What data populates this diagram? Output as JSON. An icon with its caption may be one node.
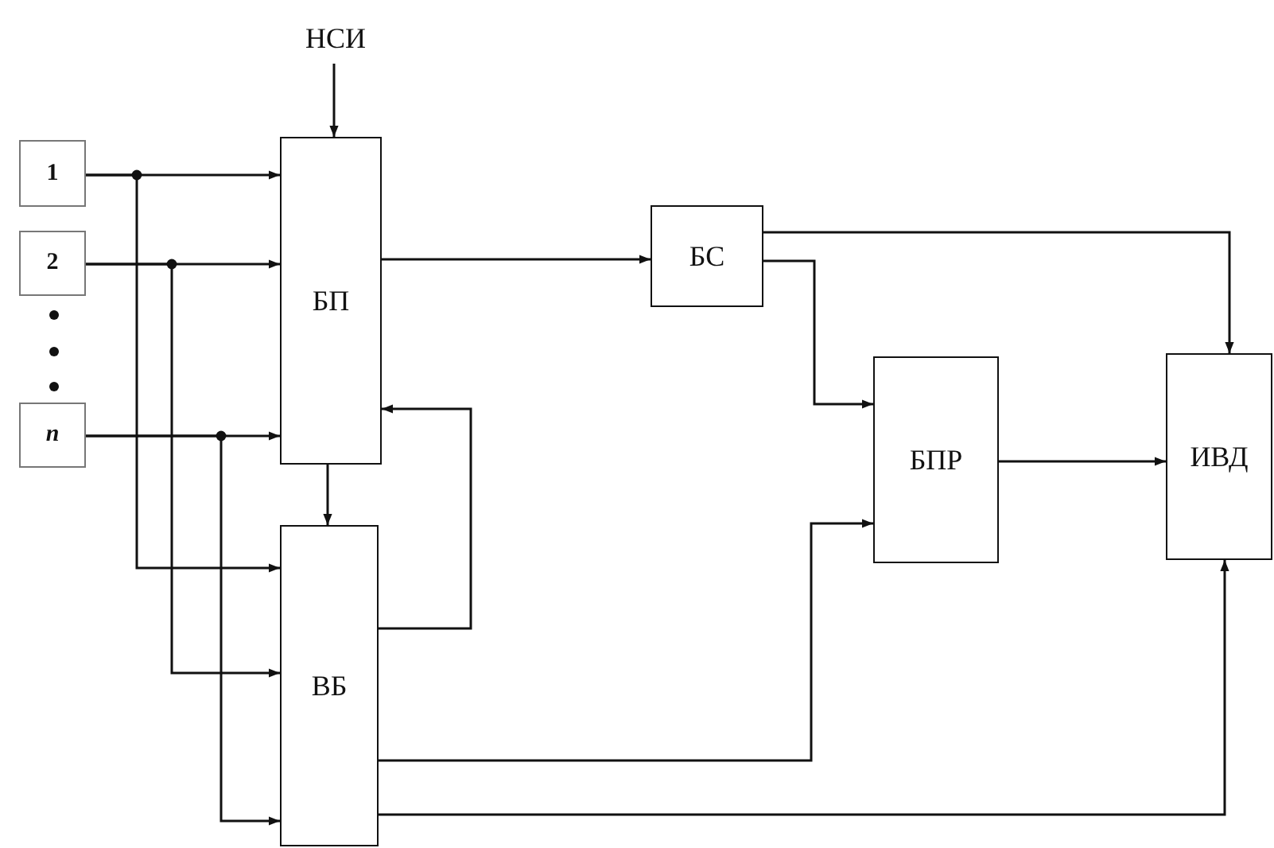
{
  "diagram": {
    "nodes": [
      {
        "text": [
          "1"
        ]
      },
      {
        "text": [
          "2"
        ]
      },
      {
        "text": [
          "n"
        ]
      },
      {
        "text": [
          "НСИ"
        ]
      },
      {
        "text": [
          "БП"
        ]
      },
      {
        "text": [
          "ВБ"
        ]
      },
      {
        "text": [
          "БС"
        ]
      },
      {
        "text": [
          "БПР"
        ]
      },
      {
        "text": [
          "ИВД"
        ]
      }
    ],
    "edges": [
      {
        "from": 3,
        "to": 4,
        "arrow": "to"
      },
      {
        "from": 0,
        "to": 4,
        "arrow": "to"
      },
      {
        "from": 1,
        "to": 4,
        "arrow": "to"
      },
      {
        "from": 2,
        "to": 4,
        "arrow": "to"
      },
      {
        "from": 0,
        "to": 5,
        "arrow": "to"
      },
      {
        "from": 1,
        "to": 5,
        "arrow": "to"
      },
      {
        "from": 2,
        "to": 5,
        "arrow": "to"
      },
      {
        "from": 4,
        "to": 5,
        "arrow": "to"
      },
      {
        "from": 5,
        "to": 4,
        "arrow": "to"
      },
      {
        "from": 4,
        "to": 6,
        "arrow": "to"
      },
      {
        "from": 6,
        "to": 8,
        "arrow": "to"
      },
      {
        "from": 6,
        "to": 7,
        "arrow": "to"
      },
      {
        "from": 5,
        "to": 7,
        "arrow": "to"
      },
      {
        "from": 7,
        "to": 8,
        "arrow": "to"
      },
      {
        "from": 5,
        "to": 8,
        "arrow": "to"
      }
    ]
  }
}
